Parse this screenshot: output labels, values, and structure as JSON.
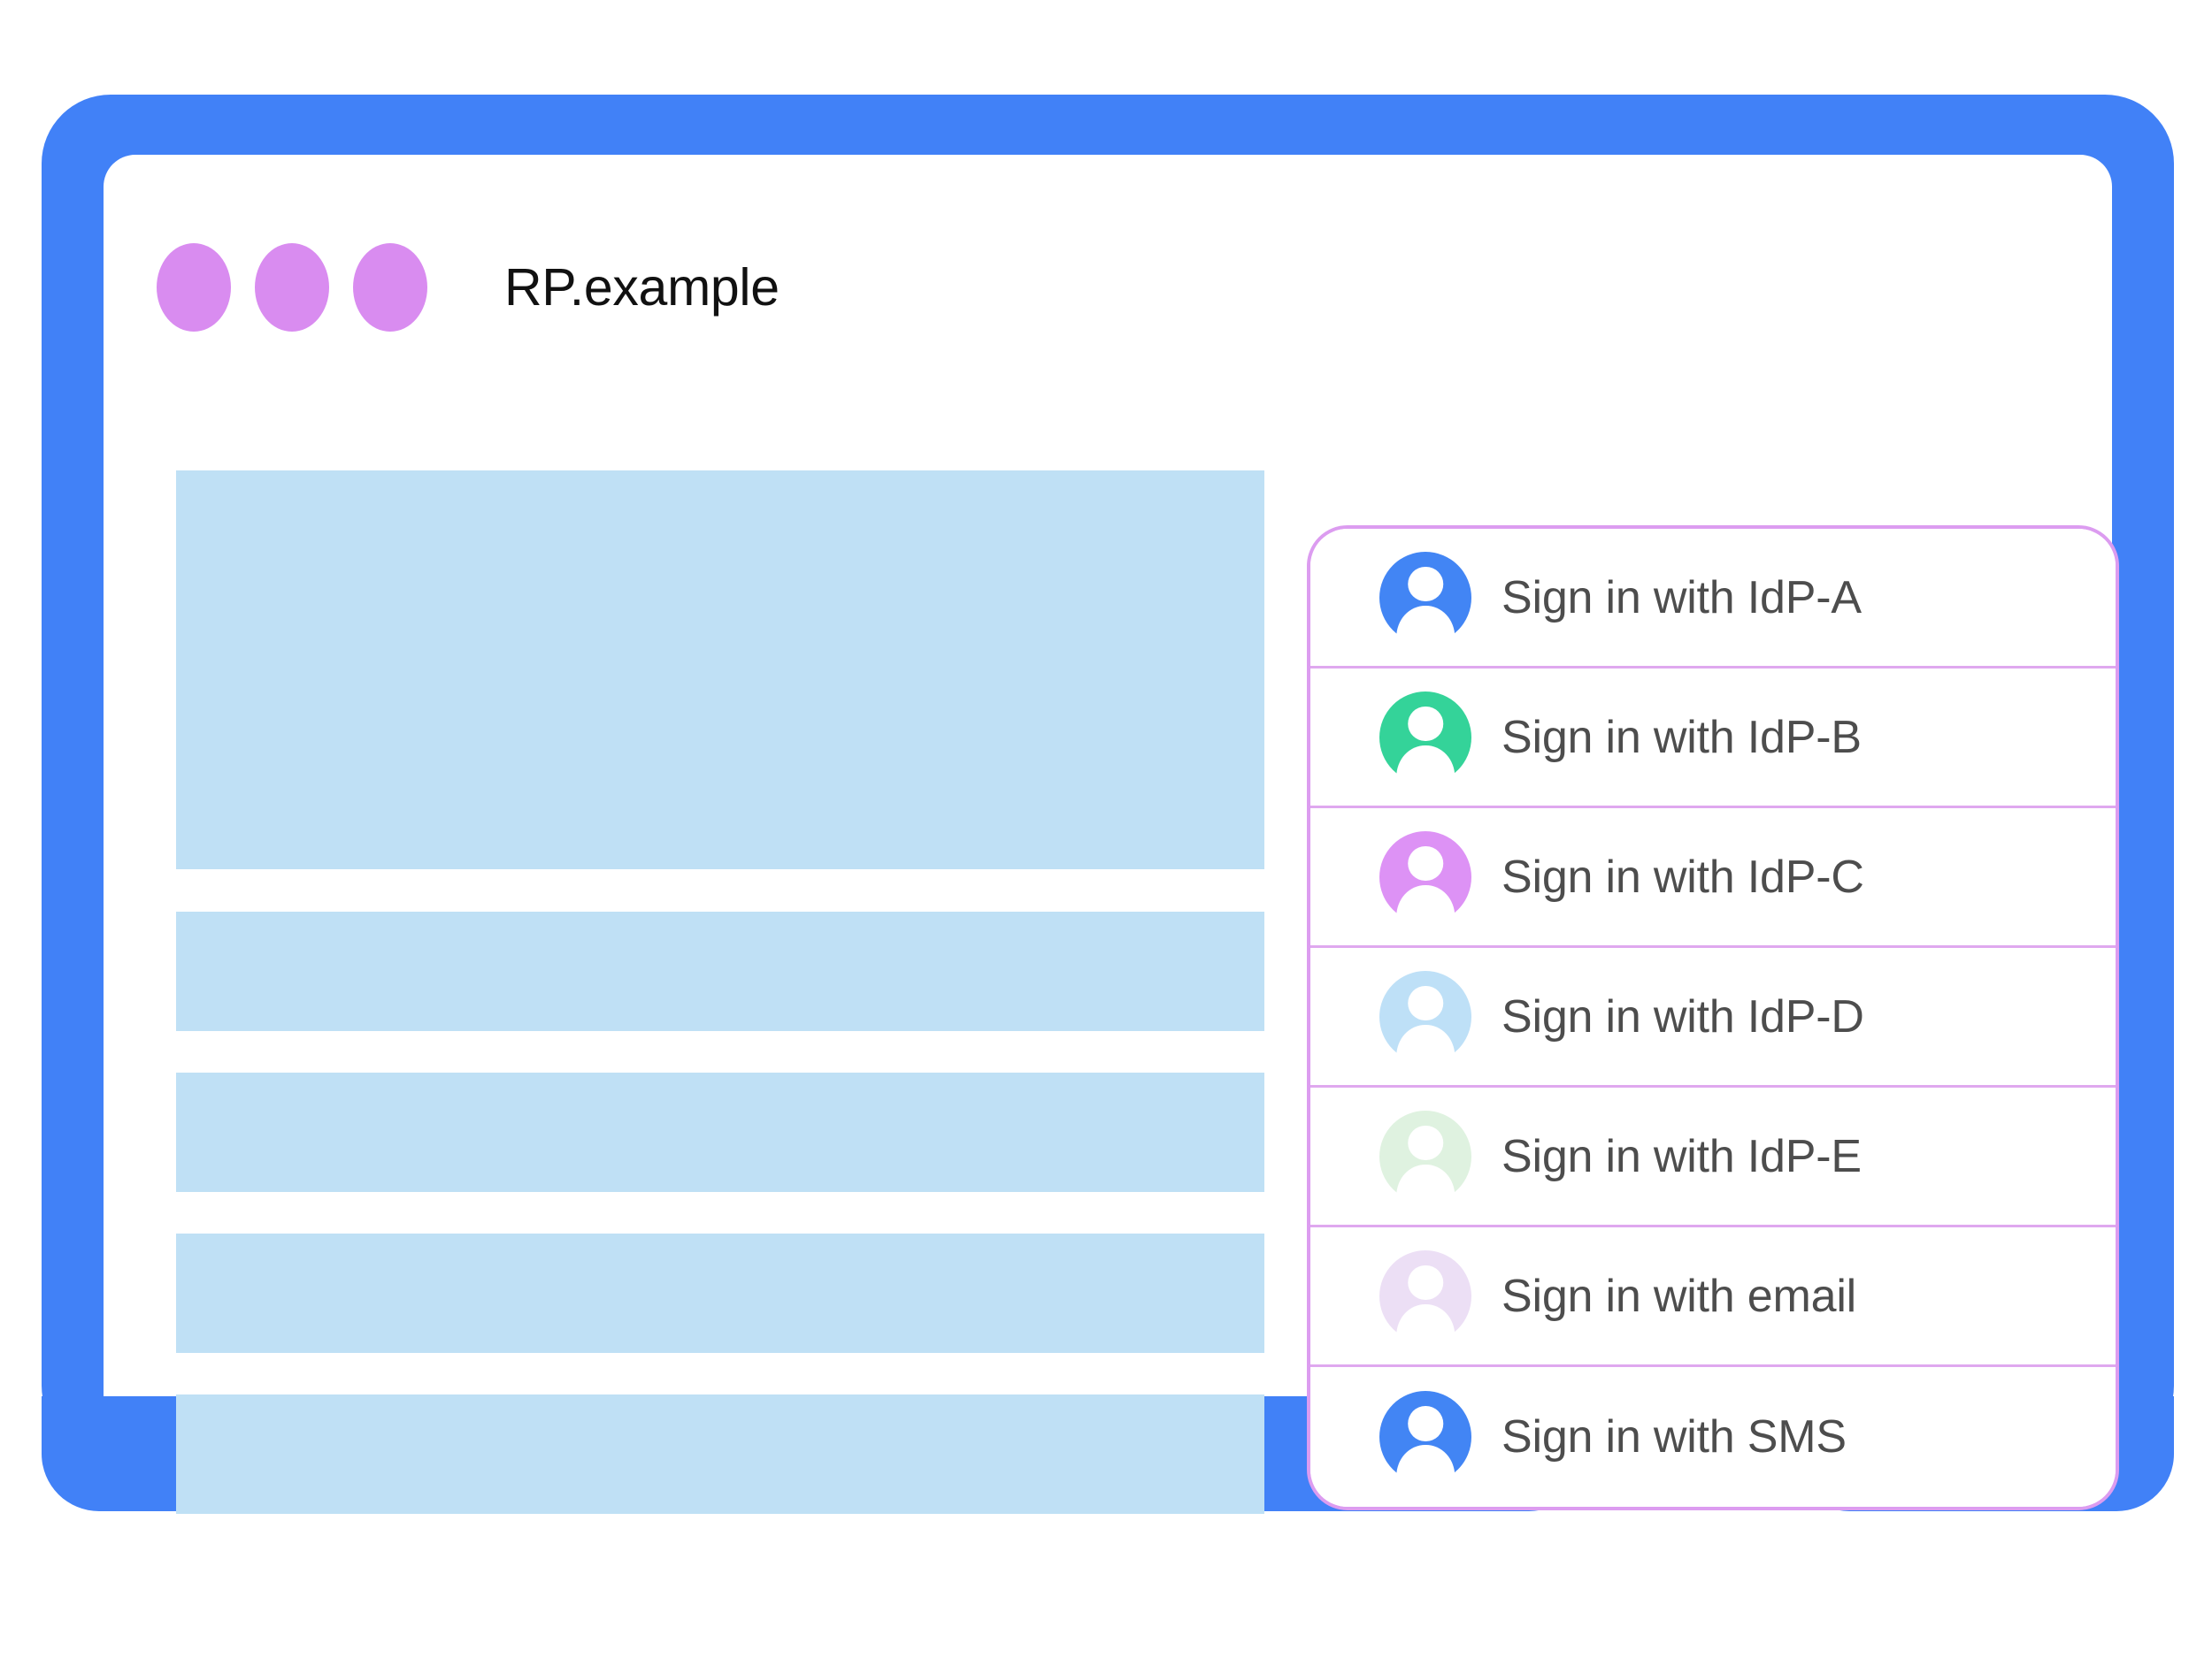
{
  "colors": {
    "device_blue": "#4181f7",
    "title_dot": "#d98cf0",
    "skeleton_block": "#bfe0f5",
    "panel_border": "#dc9cf0",
    "row_divider": "#dfa8ef",
    "label_text": "#4d4d4d"
  },
  "browser": {
    "title": "RP.example",
    "window_dots": [
      {
        "name": "window-dot-1",
        "color": "#d98cf0"
      },
      {
        "name": "window-dot-2",
        "color": "#d98cf0"
      },
      {
        "name": "window-dot-3",
        "color": "#d98cf0"
      }
    ]
  },
  "page_content": {
    "blocks": [
      {
        "name": "hero-placeholder",
        "kind": "hero"
      },
      {
        "name": "text-placeholder-1",
        "kind": "bar"
      },
      {
        "name": "text-placeholder-2",
        "kind": "bar"
      },
      {
        "name": "text-placeholder-3",
        "kind": "bar"
      },
      {
        "name": "text-placeholder-4",
        "kind": "bar"
      }
    ]
  },
  "account_chooser": {
    "items": [
      {
        "label": "Sign in with IdP-A",
        "icon": "account-avatar-icon",
        "avatar_color": "#4285f4"
      },
      {
        "label": "Sign in with IdP-B",
        "icon": "account-avatar-icon",
        "avatar_color": "#34d399"
      },
      {
        "label": "Sign in with IdP-C",
        "icon": "account-avatar-icon",
        "avatar_color": "#dd92f5"
      },
      {
        "label": "Sign in with IdP-D",
        "icon": "account-avatar-icon",
        "avatar_color": "#bee0f7"
      },
      {
        "label": "Sign in with IdP-E",
        "icon": "account-avatar-icon",
        "avatar_color": "#dff2e0"
      },
      {
        "label": "Sign in with email",
        "icon": "account-avatar-icon",
        "avatar_color": "#ecdff5"
      },
      {
        "label": "Sign in with SMS",
        "icon": "account-avatar-icon",
        "avatar_color": "#4285f4"
      }
    ]
  },
  "device": {
    "home_button": "home-button"
  }
}
